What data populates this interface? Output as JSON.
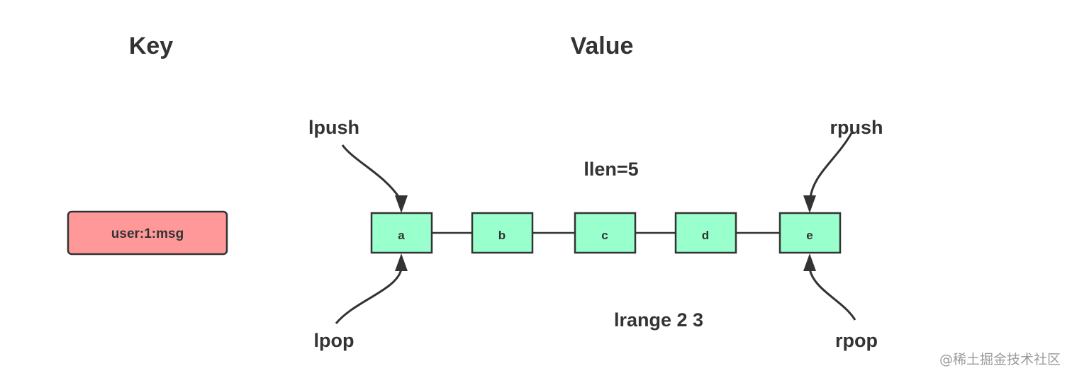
{
  "headings": {
    "key": "Key",
    "value": "Value"
  },
  "key_box": {
    "label": "user:1:msg",
    "fill": "#ff9999"
  },
  "list": {
    "node_fill": "#99ffcc",
    "nodes": [
      "a",
      "b",
      "c",
      "d",
      "e"
    ]
  },
  "annotations": {
    "llen": "llen=5",
    "lrange": "lrange 2 3"
  },
  "operations": {
    "lpush": "lpush",
    "lpop": "lpop",
    "rpush": "rpush",
    "rpop": "rpop"
  },
  "watermark": "@稀土掘金技术社区"
}
